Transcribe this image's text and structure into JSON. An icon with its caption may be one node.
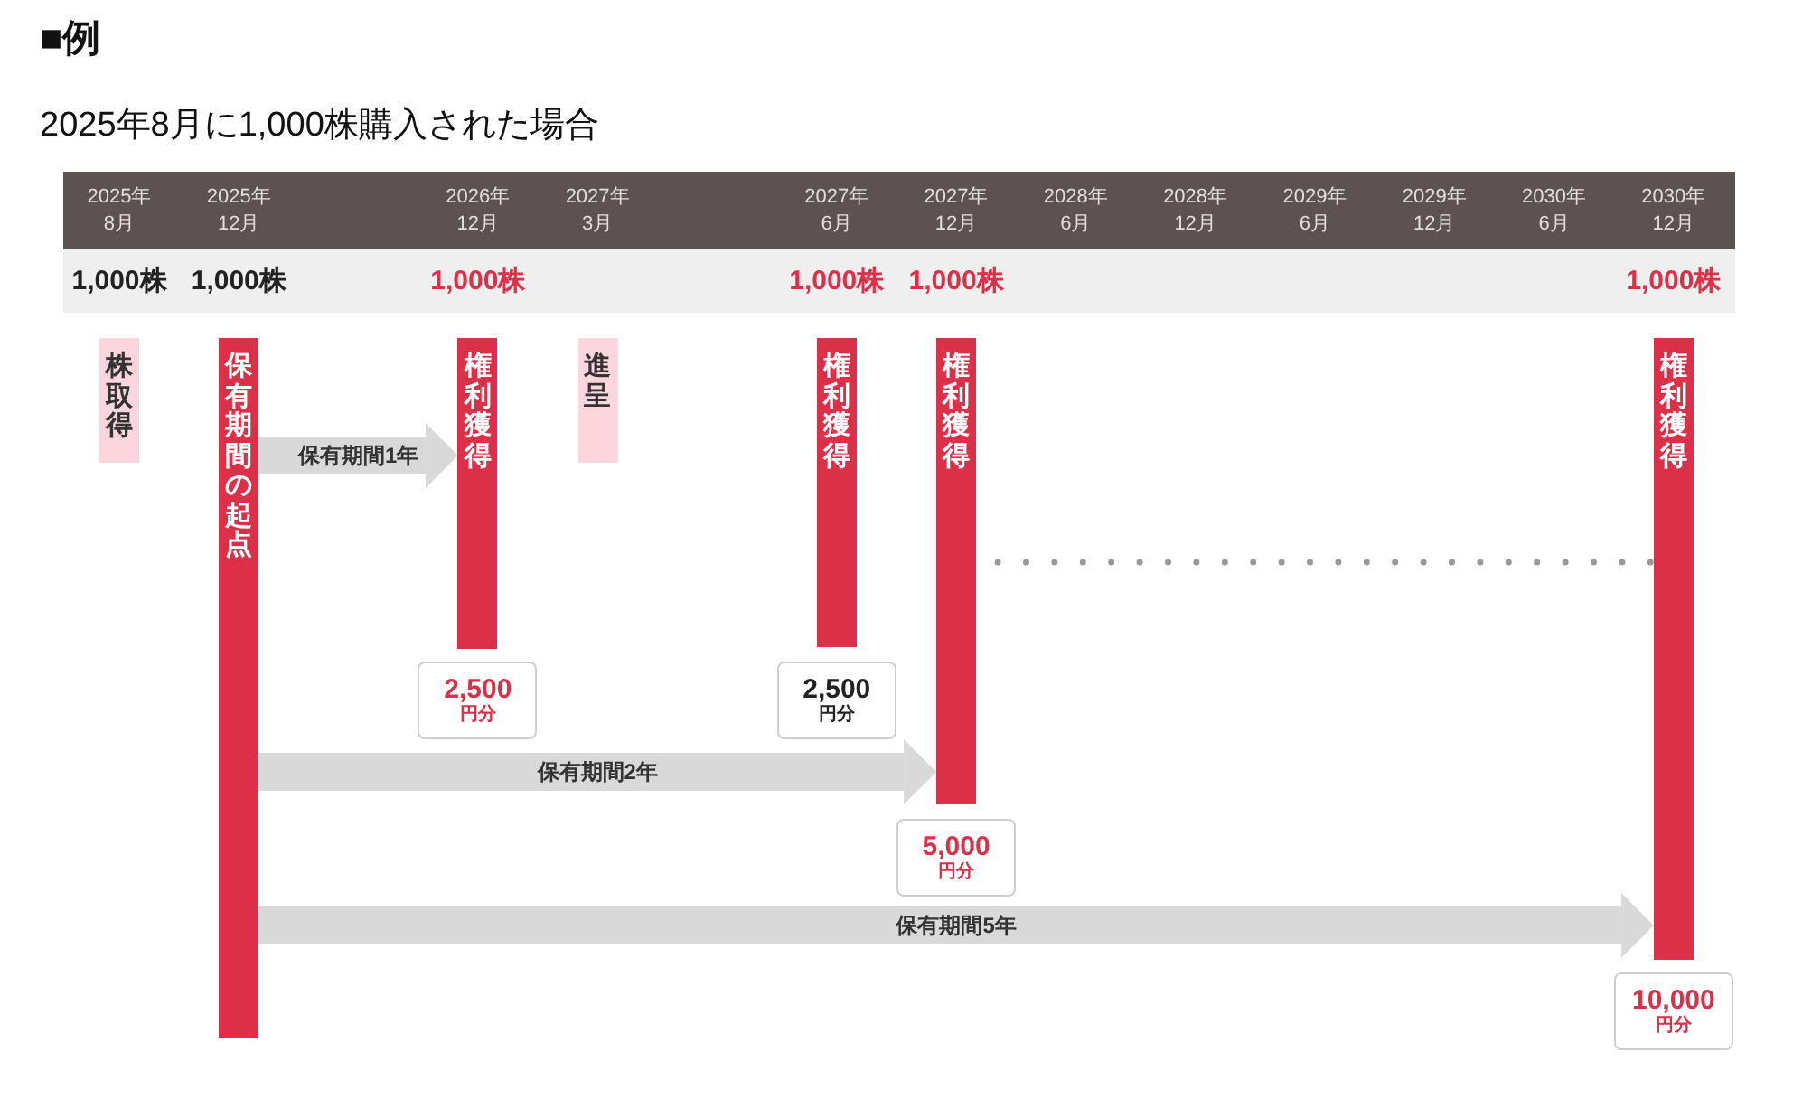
{
  "diagram": {
    "title": "■例",
    "nodes": [
      {
        "text": [
          "株取得"
        ]
      },
      {
        "text": [
          "保有期間の起点"
        ]
      },
      {
        "text": [
          "権利獲得"
        ]
      },
      {
        "text": [
          "進呈"
        ]
      },
      {
        "text": [
          "権利獲得"
        ]
      },
      {
        "text": [
          "権利獲得"
        ]
      },
      {
        "text": [
          "権利獲得"
        ]
      },
      {
        "text": [
          "2,500",
          "円分"
        ]
      },
      {
        "text": [
          "2,500",
          "円分"
        ]
      },
      {
        "text": [
          "5,000",
          "円分"
        ]
      },
      {
        "text": [
          "10,000",
          "円分"
        ]
      }
    ],
    "edges": [
      {
        "from": 1,
        "to": 2,
        "arrow": "to",
        "label": "保有期間1年"
      },
      {
        "from": 1,
        "to": 5,
        "arrow": "to",
        "label": "保有期間2年"
      },
      {
        "from": 1,
        "to": 6,
        "arrow": "to",
        "label": "保有期間5年"
      },
      {
        "from": 5,
        "to": 6,
        "arrow": "none",
        "style": "dashed",
        "color": "#999999"
      }
    ],
    "labels": [
      "2025年8月に1,000株購入された場合",
      "2025年8月",
      "2025年12月",
      "2026年12月",
      "2027年3月",
      "2027年6月",
      "2027年12月",
      "2028年6月",
      "2028年12月",
      "2029年6月",
      "2029年12月",
      "2030年6月",
      "2030年12月",
      "1,000株",
      "1,000株",
      "1,000株",
      "1,000株",
      "1,000株",
      "1,000株"
    ]
  }
}
